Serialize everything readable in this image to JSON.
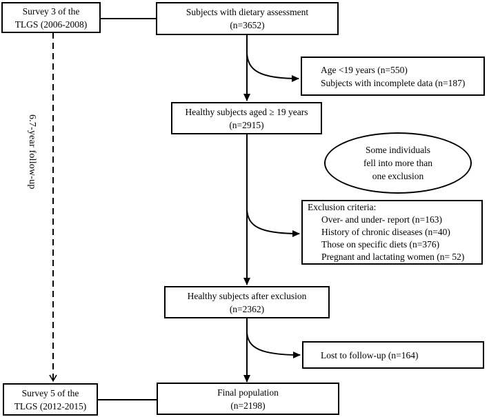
{
  "diagram": {
    "background_color": "#ffffff",
    "line_color": "#000000",
    "follow_up_label": "6.7-year follow-up",
    "nodes": {
      "survey3": {
        "lines": [
          "Survey 3 of the",
          "TLGS (2006-2008)"
        ]
      },
      "dietary": {
        "lines": [
          "Subjects with dietary assessment",
          "(n=3652)"
        ]
      },
      "age_exclusion": {
        "lines": [
          "Age <19 years (n=550)",
          "Subjects with incomplete data (n=187)"
        ]
      },
      "healthy19": {
        "lines": [
          "Healthy subjects aged ≥ 19 years",
          "(n=2915)"
        ]
      },
      "overlap_note": {
        "lines": [
          "Some individuals",
          "fell into more than",
          "one exclusion"
        ]
      },
      "exclusion": {
        "title": "Exclusion criteria:",
        "items": [
          "Over- and under- report (n=163)",
          "History of chronic diseases (n=40)",
          "Those on specific diets (n=376)",
          "Pregnant and lactating women (n= 52)"
        ]
      },
      "after_exclusion": {
        "lines": [
          "Healthy subjects after exclusion",
          "(n=2362)"
        ]
      },
      "lost_followup": {
        "lines": [
          "Lost to follow-up (n=164)"
        ]
      },
      "survey5": {
        "lines": [
          "Survey 5 of the",
          "TLGS (2012-2015)"
        ]
      },
      "final_population": {
        "lines": [
          "Final population",
          "(n=2198)"
        ]
      }
    }
  }
}
